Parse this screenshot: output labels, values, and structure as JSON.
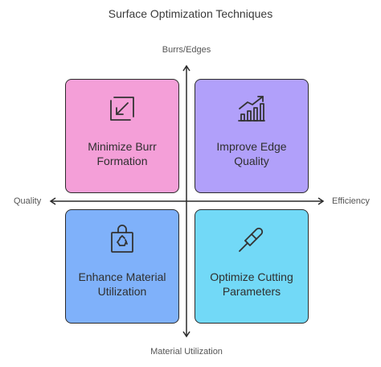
{
  "title": "Surface Optimization Techniques",
  "axes": {
    "top": "Burrs/Edges",
    "bottom": "Material Utilization",
    "left": "Quality",
    "right": "Efficiency"
  },
  "quadrants": [
    {
      "id": "top-left",
      "label": "Minimize Burr Formation",
      "color": "#f49fd8",
      "icon": "resize-arrow-icon"
    },
    {
      "id": "top-right",
      "label": "Improve Edge Quality",
      "color": "#b1a0fa",
      "icon": "bar-chart-trend-icon"
    },
    {
      "id": "bottom-left",
      "label": "Enhance Material Utilization",
      "color": "#7fb1fa",
      "icon": "recycle-bag-icon"
    },
    {
      "id": "bottom-right",
      "label": "Optimize Cutting Parameters",
      "color": "#72d9f7",
      "icon": "cutter-blade-icon"
    }
  ]
}
